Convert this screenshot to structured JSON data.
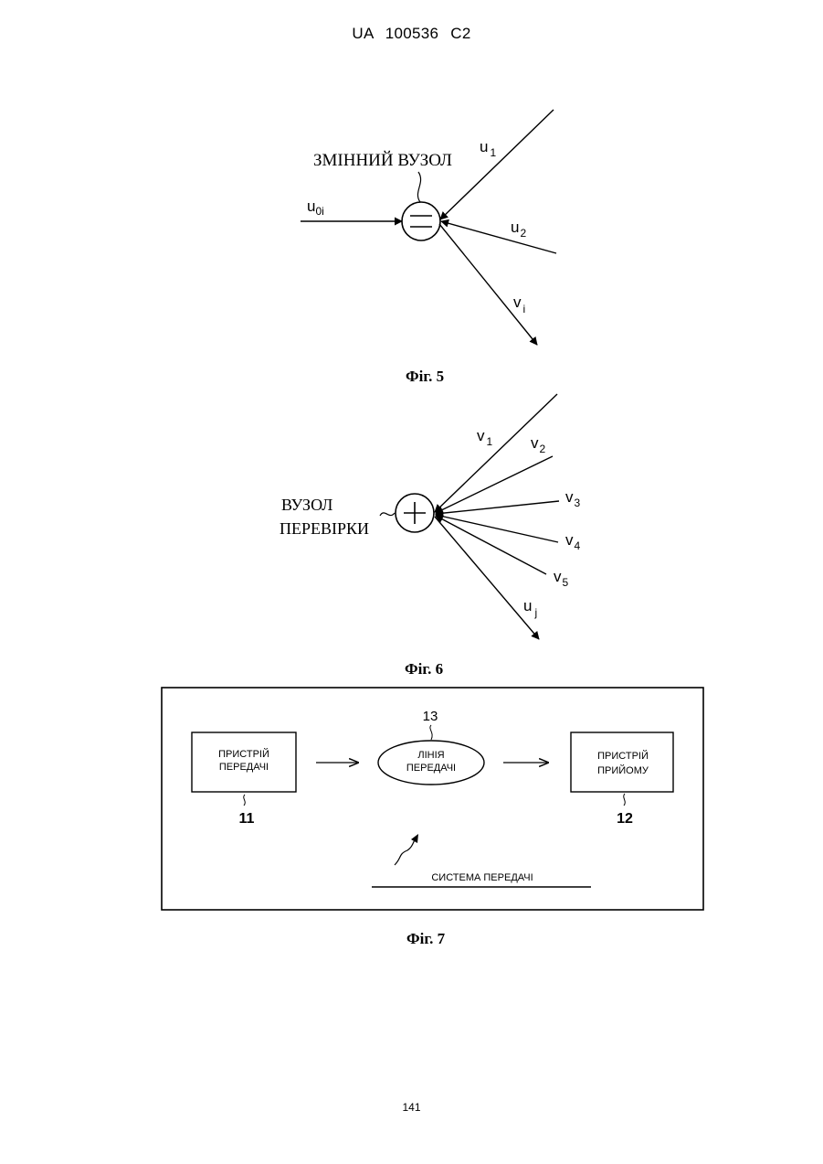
{
  "header": {
    "doc_id": "UA   100536   C2"
  },
  "fig5": {
    "caption": "Фіг. 5",
    "node_label": "ЗМІННИЙ ВУЗОЛ",
    "node_symbol": "=",
    "labels": {
      "u0i_base": "u",
      "u0i_sub": "0i",
      "u1_base": "u",
      "u1_sub": "1",
      "u2_base": "u",
      "u2_sub": "2",
      "vi_base": "v",
      "vi_sub": "i"
    }
  },
  "fig6": {
    "caption": "Фіг. 6",
    "node_label_line1": "ВУЗОЛ",
    "node_label_line2": "ПЕРЕВІРКИ",
    "node_symbol": "+",
    "labels": {
      "v1_base": "v",
      "v1_sub": "1",
      "v2_base": "v",
      "v2_sub": "2",
      "v3_base": "v",
      "v3_sub": "3",
      "v4_base": "v",
      "v4_sub": "4",
      "v5_base": "v",
      "v5_sub": "5",
      "uj_base": "u",
      "uj_sub": "j"
    }
  },
  "fig7": {
    "caption": "Фіг. 7",
    "transmitter": {
      "line1": "ПРИСТРІЙ",
      "line2": "ПЕРЕДАЧІ",
      "ref": "11"
    },
    "line": {
      "line1": "ЛІНІЯ",
      "line2": "ПЕРЕДАЧІ",
      "ref": "13"
    },
    "receiver": {
      "line1": "ПРИСТРІЙ",
      "line2": "ПРИЙОМУ",
      "ref": "12"
    },
    "system_label": "СИСТЕМА ПЕРЕДАЧІ"
  },
  "page_number": "141"
}
